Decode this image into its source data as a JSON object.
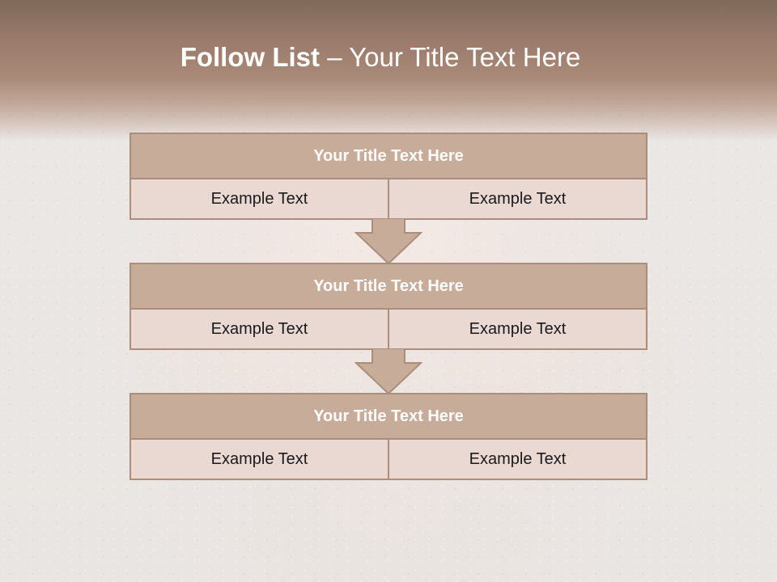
{
  "slide": {
    "title_bold": "Follow List",
    "title_rest": "– Your Title Text Here"
  },
  "diagram": {
    "blocks": [
      {
        "title": "Your Title Text Here",
        "left": "Example Text",
        "right": "Example Text"
      },
      {
        "title": "Your Title Text Here",
        "left": "Example Text",
        "right": "Example Text"
      },
      {
        "title": "Your Title Text Here",
        "left": "Example Text",
        "right": "Example Text"
      }
    ]
  },
  "colors": {
    "header_band": "#98796a",
    "block_title_fill": "#c8ac9a",
    "block_cell_fill": "#ead8d2",
    "block_border": "#aa8d7b",
    "arrow_fill": "#c8ac9a"
  }
}
